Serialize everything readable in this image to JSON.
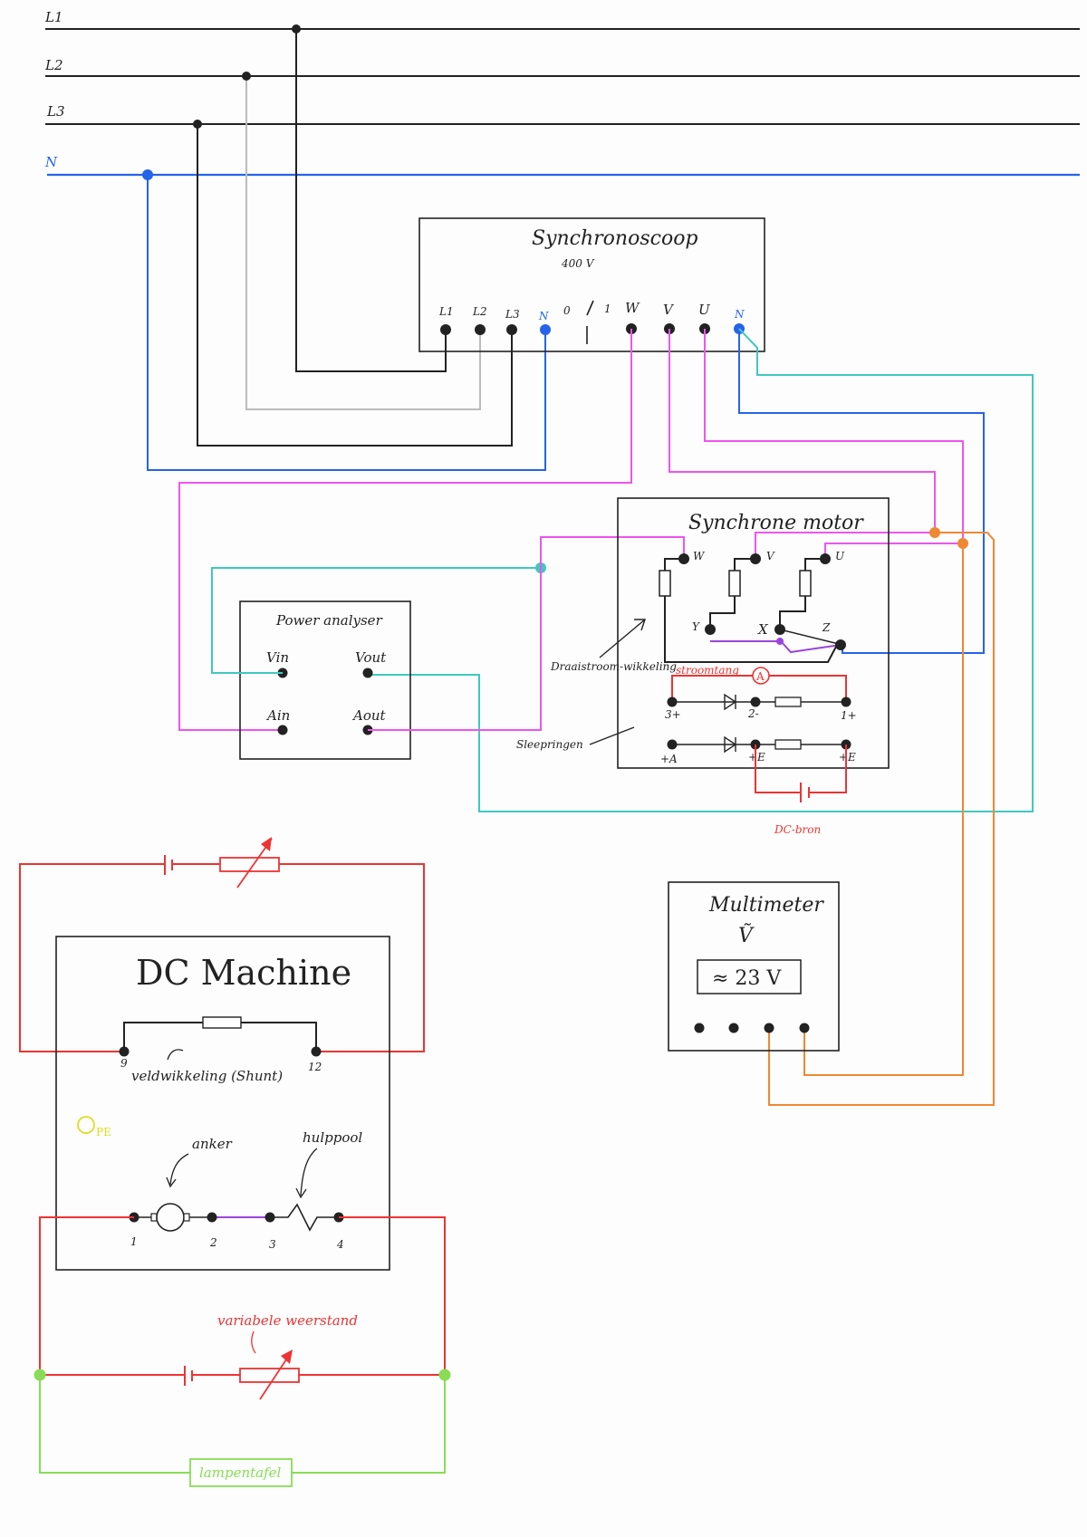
{
  "colors": {
    "black": "#222222",
    "grey": "#bbbbbb",
    "blue": "#2563eb",
    "magenta": "#ee55ee",
    "teal": "#40c8c0",
    "red": "#ee3333",
    "orange": "#ee8833",
    "green": "#88dd55",
    "yellow": "#dddd22",
    "purple": "#9944dd"
  },
  "supply": {
    "lines": [
      "L1",
      "L2",
      "L3",
      "N"
    ]
  },
  "synchroscope": {
    "title": "Synchronoscoop",
    "voltage": "400 V",
    "terminals": [
      "L1",
      "L2",
      "L3",
      "N"
    ],
    "switch_labels": [
      "0",
      "1"
    ],
    "motor_terminals": [
      "W",
      "V",
      "U",
      "N"
    ]
  },
  "power_analyzer": {
    "title": "Power analyser",
    "v_in": "Vin",
    "v_out": "Vout",
    "a_in": "Ain",
    "a_out": "Aout"
  },
  "sync_motor": {
    "title": "Synchrone motor",
    "top_terminals": [
      "W",
      "V",
      "U"
    ],
    "bottom_terminals": [
      "Y",
      "X",
      "Z"
    ],
    "winding_note": "Draaistroom-wikkeling",
    "ring_note": "Sleepringen",
    "clamp_label": "stroomtang",
    "ammeter": "A",
    "row1": [
      "3+",
      "2-",
      "1+"
    ],
    "row2": [
      "+A",
      "+E",
      "+E"
    ],
    "dc_source": "DC-bron"
  },
  "multimeter": {
    "title": "Multimeter",
    "mode": "Ṽ",
    "display": "≈ 23 V"
  },
  "dc_machine": {
    "title": "DC Machine",
    "terminal_9": "9",
    "terminal_12": "12",
    "field_label": "veldwikkeling (Shunt)",
    "pe_label": "PE",
    "anker_label": "anker",
    "hulppool_label": "hulppool",
    "terminals": [
      "1",
      "2",
      "3",
      "4"
    ],
    "variable_resistor_label": "variabele weerstand",
    "lamp_label": "lampentafel"
  }
}
